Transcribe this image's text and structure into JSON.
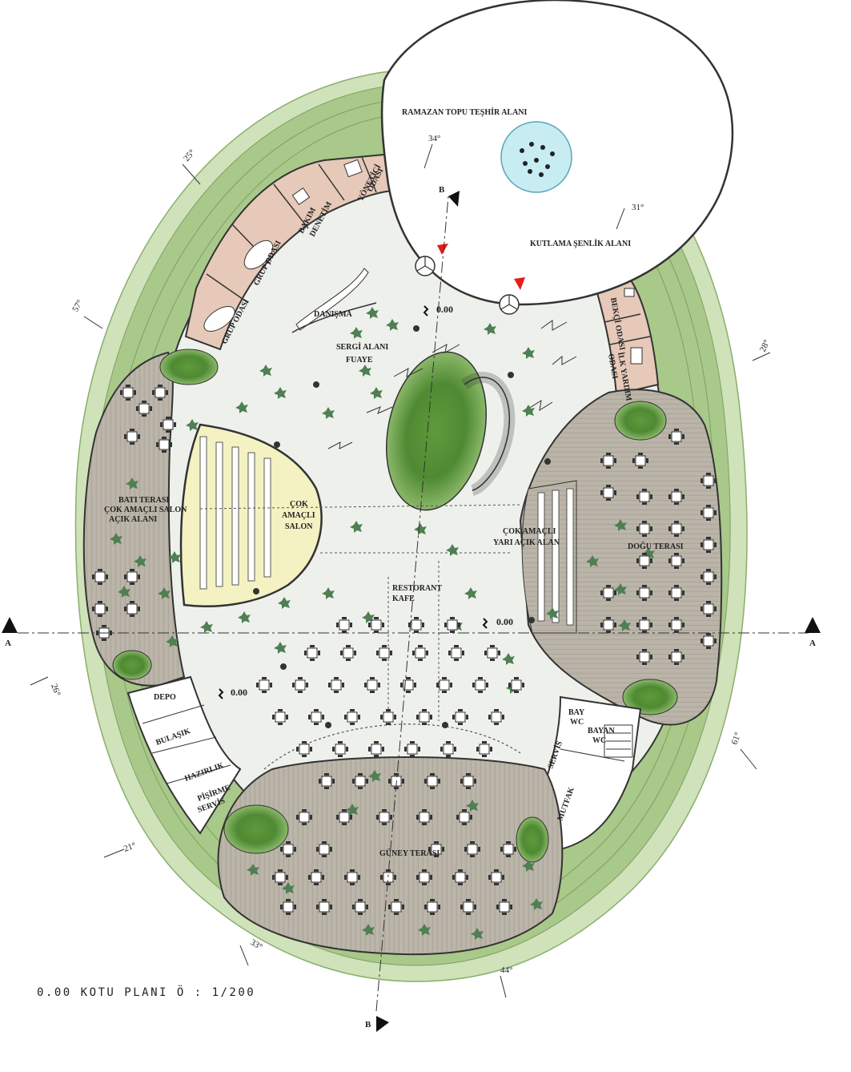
{
  "title": "0.00 KOTU PLANI Ö : 1/200",
  "section_marks": {
    "a": "A",
    "b": "B"
  },
  "spaces": {
    "ramazan": "RAMAZAN TOPU TEŞHİR ALANI",
    "kutlama": "KUTLAMA ŞENLİK ALANI",
    "danisma": "DANIŞMA",
    "sergi": "SERGİ ALANI",
    "fuaye": "FUAYE",
    "bati1": "BATI TERASI",
    "bati2": "ÇOK AMAÇLI SALON",
    "bati3": "AÇIK ALANI",
    "salon1": "ÇOK",
    "salon2": "AMAÇLI",
    "salon3": "SALON",
    "yari1": "ÇOK AMAÇLI",
    "yari2": "YARI AÇIK ALAN",
    "dogu": "DOĞU TERASI",
    "restoran": "RESTORANT",
    "kafe": "KAFE",
    "guney": "GÜNEY TERASI",
    "depo": "DEPO",
    "bulasik": "BULAŞIK",
    "hazirlik": "HAZIRLIK",
    "pisirme": "PİŞİRME",
    "servis_k": "SERVİS",
    "servis": "SERVİS",
    "mutfak": "MUTFAK",
    "bay": "BAY",
    "bay_wc": "WC",
    "bayan": "BAYAN",
    "bayan_wc": "WC",
    "grup1": "GRUP ODASI",
    "grup2": "GRUP ODASI",
    "bakim1": "BAKIM",
    "bakim2": "DENETİM",
    "yonetici1": "YÖNETİCİ",
    "yonetici2": "ODASI",
    "bekci": "BEKÇİ ODASI",
    "ilk1": "İLK YARDIM",
    "ilk2": "ODASI"
  },
  "levels": {
    "l1": "0.00",
    "l2": "0.00",
    "l3": "0.00"
  },
  "degrees": {
    "d34": "34°",
    "d31": "31°",
    "d25": "25°",
    "d57": "57°",
    "d28a": "28°",
    "d26": "26°",
    "d61": "61°",
    "d21": "21°",
    "d33": "33°",
    "d44": "44°"
  },
  "colors": {
    "landscape": "#a9c98a",
    "landscape_light": "#cfe2ba",
    "floor": "#eef0ec",
    "terrace": "#b8b0a4",
    "hall": "#f4f1c2",
    "rooms": "#e6c9b8",
    "water": "#c7ecf2"
  }
}
